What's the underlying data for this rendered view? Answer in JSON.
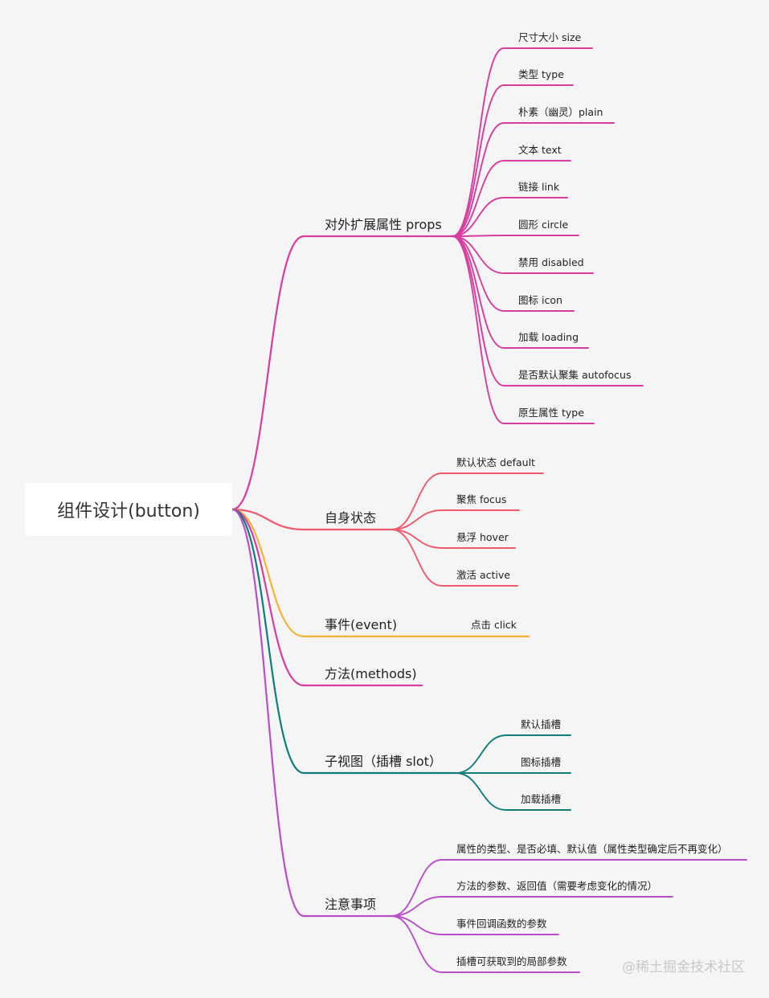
{
  "root": {
    "label": "组件设计(button)"
  },
  "colors": {
    "props": "#d63d9e",
    "state": "#ef5a6d",
    "event": "#f5b335",
    "methods": "#d63d9e",
    "slot": "#0f7d7b",
    "notes": "#b84fc8"
  },
  "branches": {
    "props": {
      "label": "对外扩展属性 props",
      "children": [
        "尺寸大小 size",
        "类型 type",
        "朴素（幽灵）plain",
        "文本 text",
        "链接 link",
        "圆形 circle",
        "禁用 disabled",
        "图标 icon",
        "加载 loading",
        "是否默认聚集 autofocus",
        "原生属性 type"
      ]
    },
    "state": {
      "label": "自身状态",
      "children": [
        "默认状态 default",
        "聚焦 focus",
        "悬浮 hover",
        "激活 active"
      ]
    },
    "event": {
      "label": "事件(event)",
      "children": [
        "点击 click"
      ]
    },
    "methods": {
      "label": "方法(methods)",
      "children": []
    },
    "slot": {
      "label": "子视图（插槽 slot）",
      "children": [
        "默认插槽",
        "图标插槽",
        "加载插槽"
      ]
    },
    "notes": {
      "label": "注意事项",
      "children": [
        "属性的类型、是否必填、默认值（属性类型确定后不再变化）",
        "方法的参数、返回值（需要考虑变化的情况）",
        "事件回调函数的参数",
        "插槽可获取到的局部参数"
      ]
    }
  },
  "watermark": "@稀土掘金技术社区"
}
